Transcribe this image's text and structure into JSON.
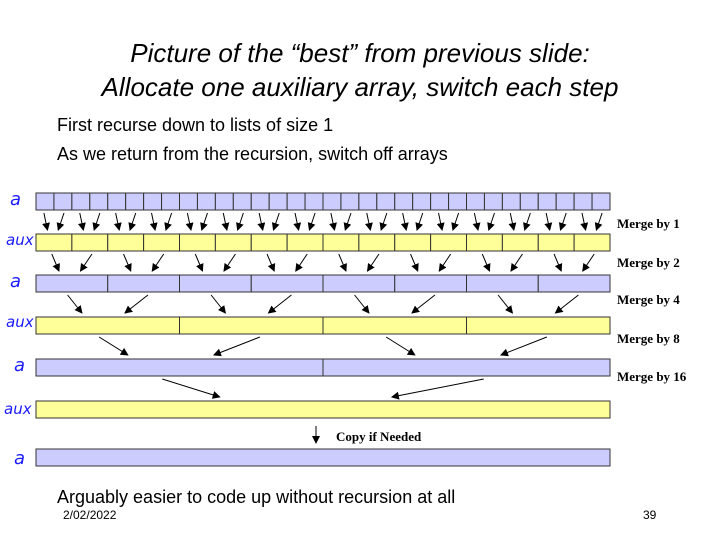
{
  "title": {
    "line1": "Picture of the “best” from previous slide:",
    "line2": "Allocate one auxiliary array, switch each step"
  },
  "bullets": [
    "First recurse down to lists of size 1",
    "As we return from the recursion, switch off arrays"
  ],
  "rows": [
    {
      "label": "a",
      "cells": 32,
      "color": "#ccccff"
    },
    {
      "label": "aux",
      "cells": 16,
      "color": "#ffff99"
    },
    {
      "label": "a",
      "cells": 8,
      "color": "#ccccff"
    },
    {
      "label": "aux",
      "cells": 4,
      "color": "#ffff99"
    },
    {
      "label": "a",
      "cells": 2,
      "color": "#ccccff"
    },
    {
      "label": "aux",
      "cells": 1,
      "color": "#ffff99"
    },
    {
      "label": "a",
      "cells": 1,
      "color": "#ccccff"
    }
  ],
  "merge_labels": [
    "Merge by 1",
    "Merge by 2",
    "Merge by 4",
    "Merge by 8",
    "Merge by 16"
  ],
  "copy_label": "Copy if Needed",
  "closing": "Arguably easier to code up without recursion at all",
  "footer": {
    "date": "2/02/2022",
    "page": "39"
  }
}
